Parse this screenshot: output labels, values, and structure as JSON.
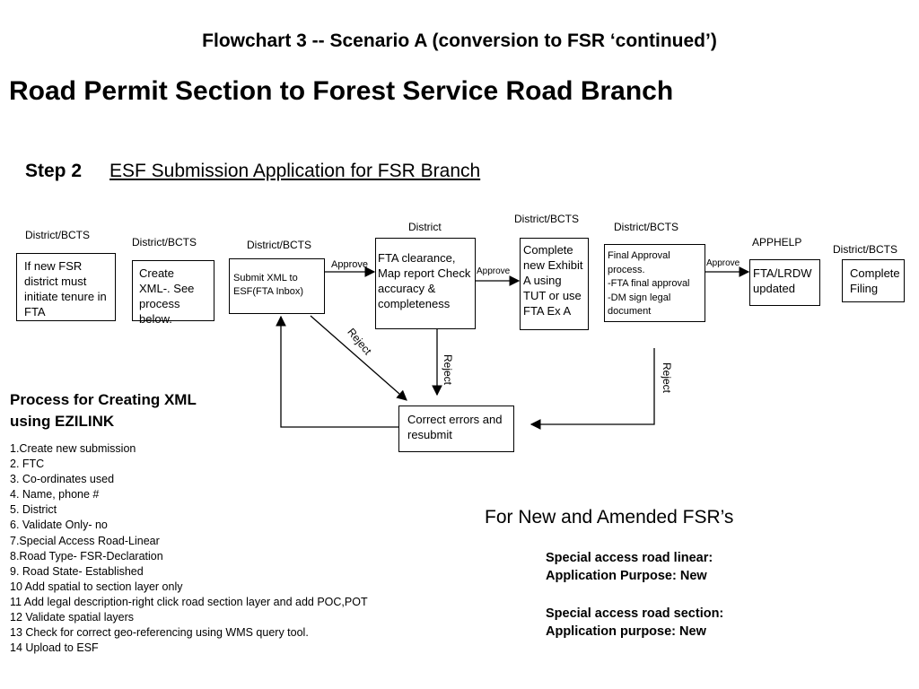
{
  "header": {
    "title": "Flowchart 3 -- Scenario A (conversion to FSR ‘continued’)",
    "subtitle": "Road Permit Section to Forest Service Road Branch"
  },
  "step": {
    "label": "Step 2",
    "title": "ESF Submission Application for FSR Branch"
  },
  "flow": {
    "nodes": [
      {
        "actor": "District/BCTS",
        "text": "If new FSR district must initiate tenure in FTA"
      },
      {
        "actor": "District/BCTS",
        "text": "Create XML-. See process below."
      },
      {
        "actor": "District/BCTS",
        "text": "Submit XML to ESF(FTA Inbox)"
      },
      {
        "actor": "District",
        "text": "FTA clearance, Map report Check accuracy & completeness"
      },
      {
        "actor": "District/BCTS",
        "text": "Complete new Exhibit A using TUT or use FTA Ex A"
      },
      {
        "actor": "District/BCTS",
        "lines": [
          "Final Approval process.",
          "-FTA final approval",
          "-DM sign legal document"
        ]
      },
      {
        "actor": "APPHELP",
        "text": "FTA/LRDW updated"
      },
      {
        "actor": "District/BCTS",
        "text": "Complete Filing"
      }
    ],
    "correction_box": "Correct errors and resubmit",
    "approve_label": "Approve",
    "reject_label": "Reject"
  },
  "process": {
    "heading_line1": "Process for Creating XML",
    "heading_line2": "using EZILINK",
    "steps": [
      "1.Create new submission",
      "2. FTC",
      "3. Co-ordinates used",
      "4. Name, phone #",
      "5. District",
      "6. Validate Only- no",
      "7.Special Access Road-Linear",
      "8.Road Type- FSR-Declaration",
      "9. Road State- Established",
      "10 Add spatial to section layer only",
      "11 Add legal description-right click road section layer and add POC,POT",
      "12 Validate spatial layers",
      "13 Check for correct geo-referencing using WMS query tool.",
      "14 Upload to ESF"
    ]
  },
  "notes": {
    "heading": "For New and Amended FSR’s",
    "linear_line1": "Special access road linear:",
    "linear_line2": "Application Purpose: New",
    "section_line1": "Special access road section:",
    "section_line2": "Application purpose: New"
  }
}
